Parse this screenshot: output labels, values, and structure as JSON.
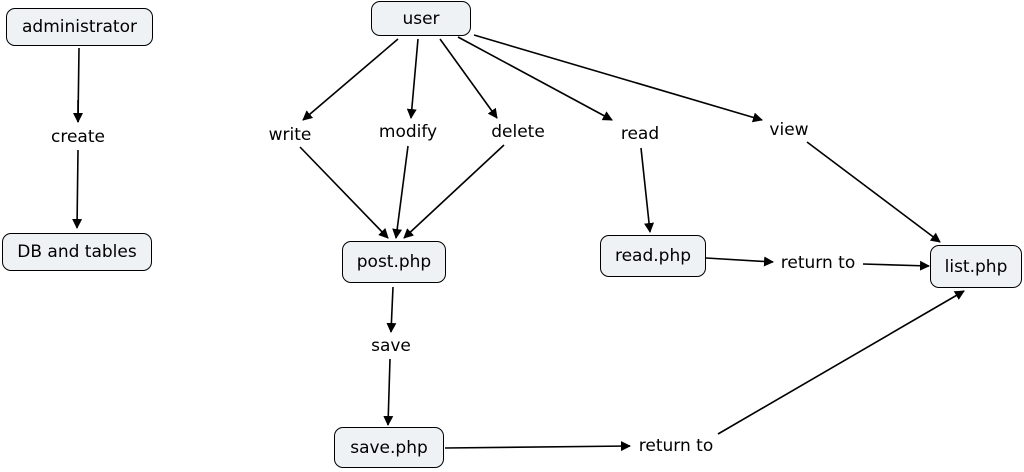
{
  "nodes": {
    "administrator": "administrator",
    "db_and_tables": "DB and tables",
    "user": "user",
    "post_php": "post.php",
    "read_php": "read.php",
    "list_php": "list.php",
    "save_php": "save.php"
  },
  "links": {
    "create": "create",
    "write": "write",
    "modify": "modify",
    "delete": "delete",
    "read": "read",
    "view": "view",
    "save": "save",
    "return_to_read": "return to",
    "return_to_save": "return to"
  },
  "colors": {
    "node_fill": "#eef2f4",
    "stroke": "#000000"
  }
}
